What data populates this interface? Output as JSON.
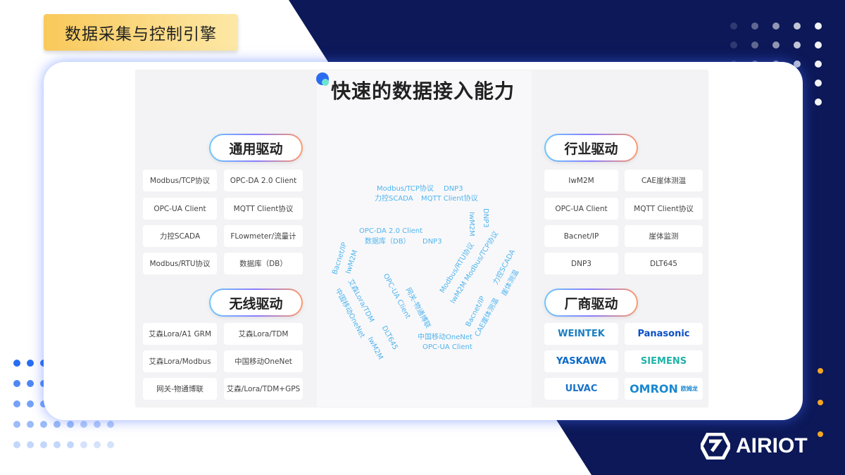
{
  "header": {
    "tag": "数据采集与控制引擎"
  },
  "slide": {
    "title": "快速的数据接入能力"
  },
  "general": {
    "title": "通用驱动",
    "items": [
      "Modbus/TCP协议",
      "OPC-DA 2.0 Client",
      "OPC-UA Client",
      "MQTT Client协议",
      "力控SCADA",
      "FLowmeter/流量计",
      "Modbus/RTU协议",
      "数据库（DB）"
    ]
  },
  "wireless": {
    "title": "无线驱动",
    "items": [
      "艾森Lora/A1 GRM",
      "艾森Lora/TDM",
      "艾森Lora/Modbus",
      "中国移动OneNet",
      "网关-物通博联",
      "艾森/Lora/TDM+GPS"
    ]
  },
  "industry": {
    "title": "行业驱动",
    "items": [
      "IwM2M",
      "CAE崖体测温",
      "OPC-UA Client",
      "MQTT Client协议",
      "Bacnet/IP",
      "崖体监测",
      "DNP3",
      "DLT645"
    ]
  },
  "vendor": {
    "title": "厂商驱动",
    "logos": [
      {
        "name": "WEINTEK",
        "color": "#1a7fc4"
      },
      {
        "name": "Panasonic",
        "color": "#0a4fc4"
      },
      {
        "name": "YASKAWA",
        "color": "#0a6ac9"
      },
      {
        "name": "SIEMENS",
        "color": "#1fb3a8"
      },
      {
        "name": "ULVAC",
        "color": "#1a72c9"
      },
      {
        "name": "OMRON",
        "color": "#1a88d0",
        "sub": "欧姆龙"
      }
    ]
  },
  "center": {
    "fragments": [
      "Modbus/TCP协议",
      "DNP3",
      "力控SCADA",
      "MQTT Client协议",
      "DNP3",
      "IwM2M",
      "OPC-DA 2.0 Client",
      "数据库（DB）",
      "DNP3",
      "Bacnet/IP",
      "IwM2M",
      "Modbus/RTU协议",
      "IwM2M Modbus/TCP协议",
      "艾森Lora/TDM",
      "中国移动OneNet",
      "DLT645",
      "IwM2M",
      "OPC-UA Client",
      "网关-物通博联",
      "中国移动OneNet",
      "OPC-UA Client",
      "Bacnet/IP",
      "力控SCADA",
      "CAE崖体测温",
      "崖体测温"
    ]
  },
  "brand": {
    "name": "AIRIOT"
  },
  "colors": {
    "navy": "#0c1858",
    "accent": "#2a6cf0",
    "tag": "#f9c95a",
    "fragment": "#4fb3ee",
    "orange_dot": "#f5a623"
  }
}
